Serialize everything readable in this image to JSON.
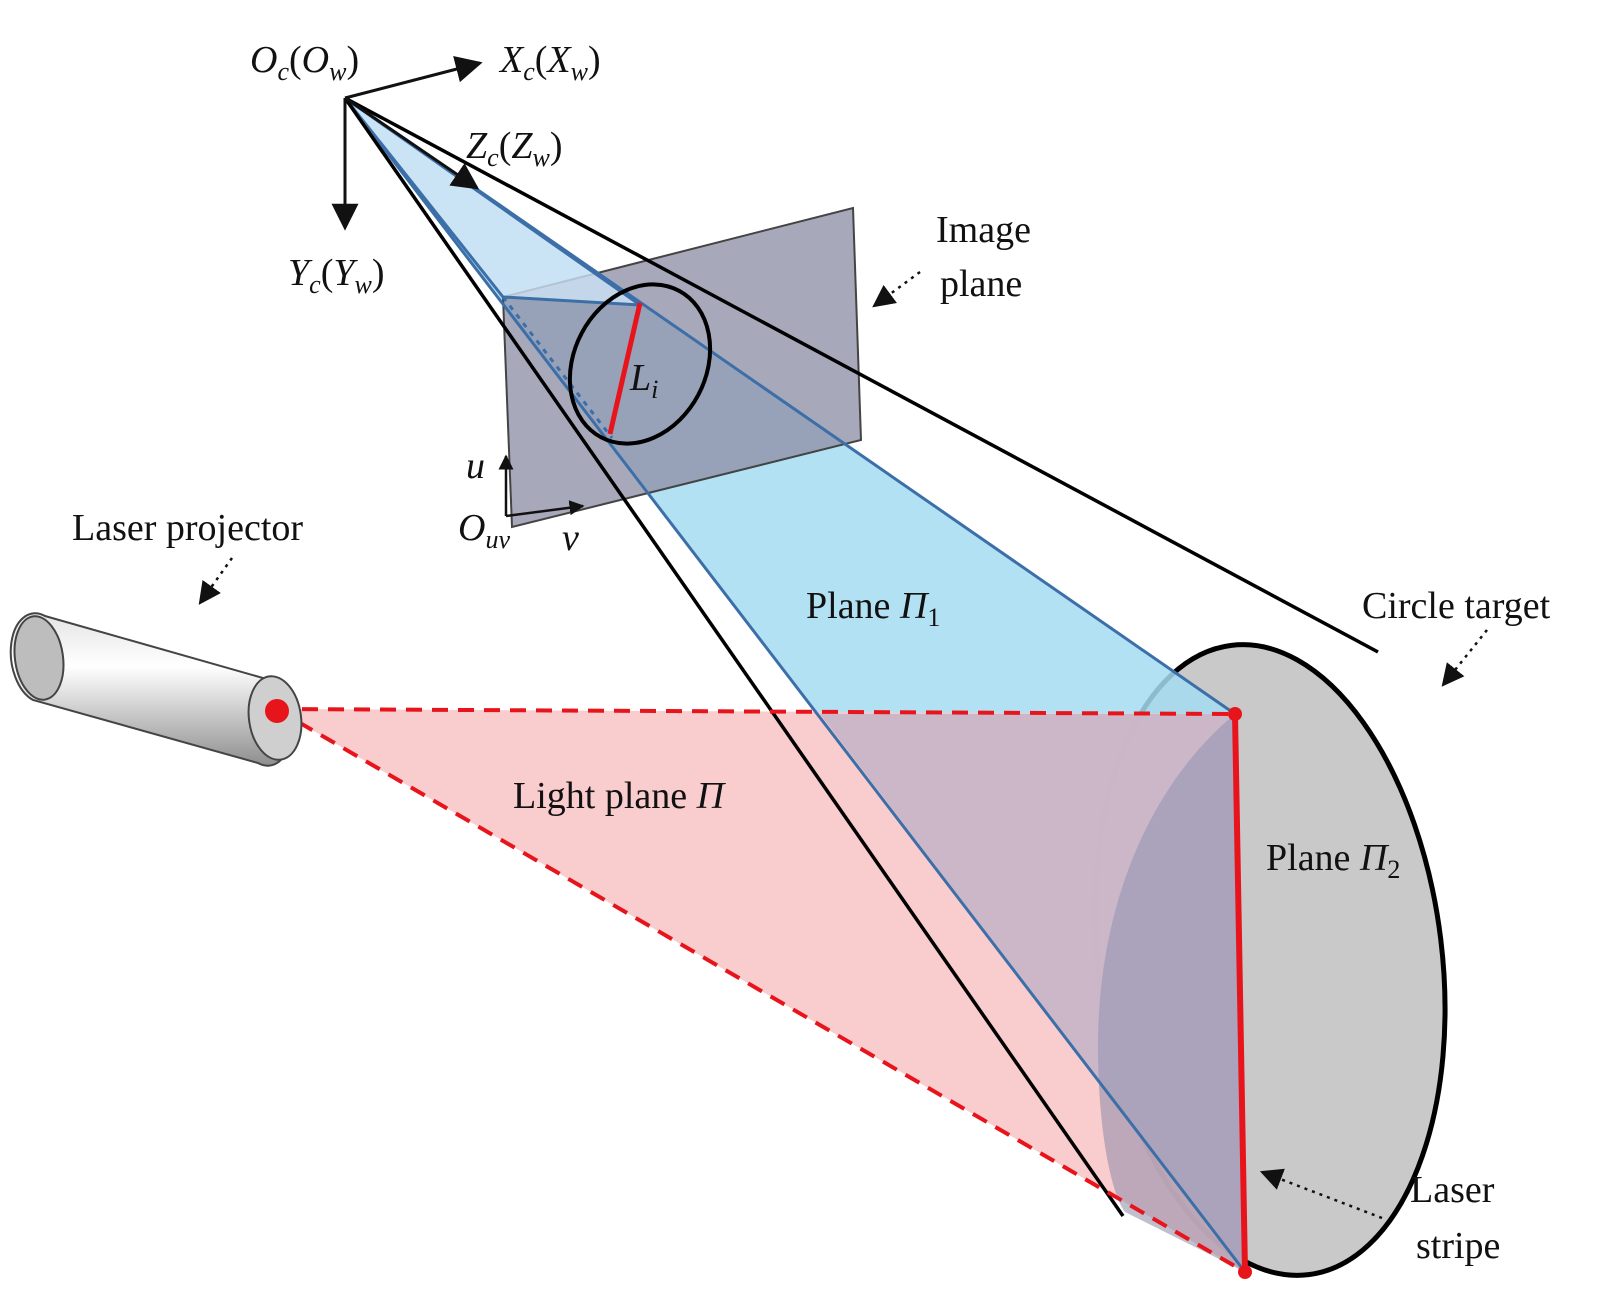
{
  "axes": {
    "origin": {
      "main": "O",
      "sub": "c",
      "paren_main": "O",
      "paren_sub": "w"
    },
    "x": {
      "main": "X",
      "sub": "c",
      "paren_main": "X",
      "paren_sub": "w"
    },
    "y": {
      "main": "Y",
      "sub": "c",
      "paren_main": "Y",
      "paren_sub": "w"
    },
    "z": {
      "main": "Z",
      "sub": "c",
      "paren_main": "Z",
      "paren_sub": "w"
    }
  },
  "image_axes": {
    "u": "u",
    "v": "v",
    "origin_main": "O",
    "origin_sub": "uv"
  },
  "labels": {
    "image_plane_line1": "Image",
    "image_plane_line2": "plane",
    "laser_projector": "Laser projector",
    "plane_pi1_word": "Plane ",
    "plane_pi1_sym": "Π",
    "plane_pi1_sub": "1",
    "plane_pi2_word": "Plane ",
    "plane_pi2_sym": "Π",
    "plane_pi2_sub": "2",
    "light_plane_word": "Light plane ",
    "light_plane_sym": "Π",
    "circle_target": "Circle target",
    "laser_stripe_line1": "Laser",
    "laser_stripe_line2": "stripe",
    "li_main": "L",
    "li_sub": "i"
  },
  "colors": {
    "pi1_fill": "#a6dcf2",
    "light_plane_fill": "#f9c9cb",
    "image_plane_fill": "#8f8fa8",
    "target_fill": "#c9c9c9",
    "laser_red": "#e8141c",
    "ray_blue": "#3c6fa8"
  }
}
